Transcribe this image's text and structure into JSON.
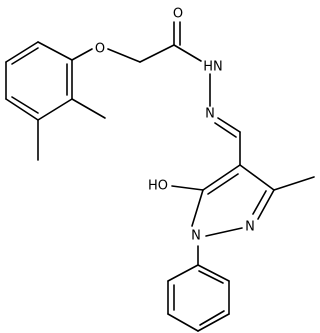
{
  "molecule": {
    "atom_labels": {
      "carbonyl_oxygen": "O",
      "ether_oxygen": "O",
      "hydrazide_nitrogen": "HN",
      "imine_nitrogen": "N",
      "hydroxyl": "HO",
      "pyrazole_n1": "N",
      "pyrazole_n2": "N"
    },
    "colors": {
      "bond": "#000000",
      "label": "#000000",
      "background": "#ffffff"
    }
  }
}
